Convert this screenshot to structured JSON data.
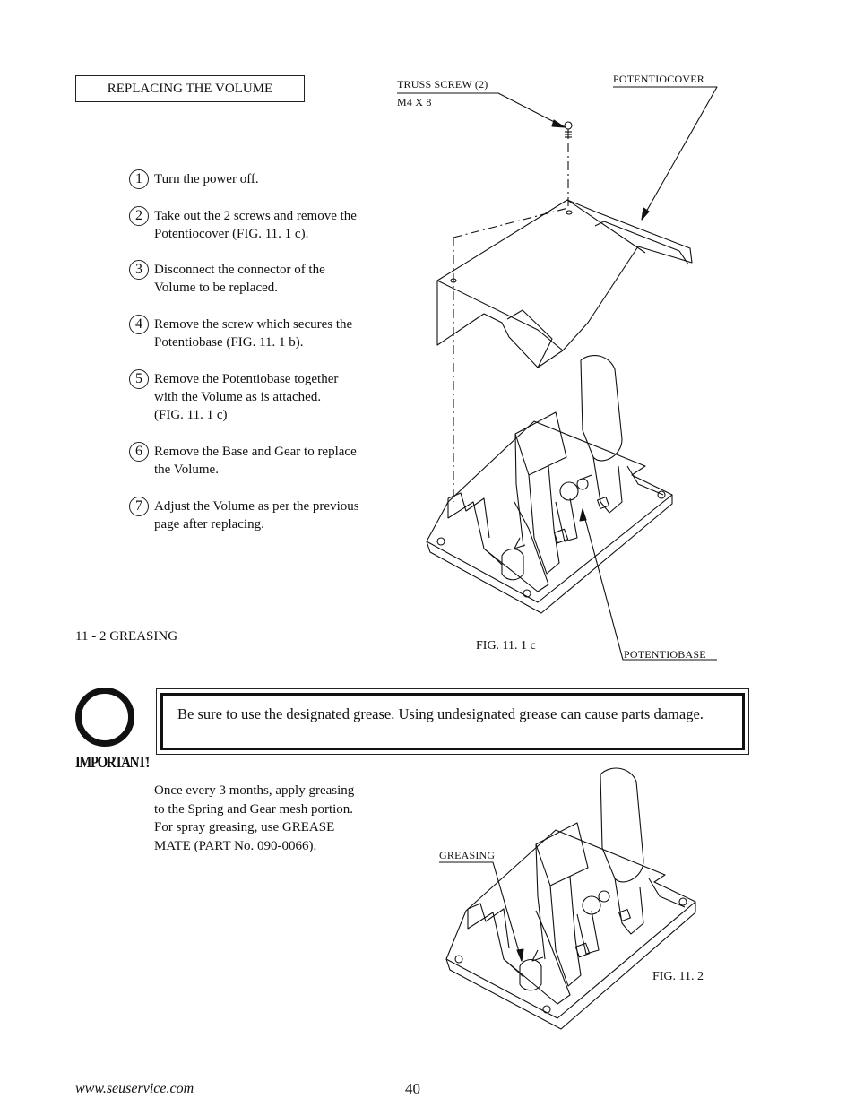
{
  "section": {
    "title": "REPLACING THE VOLUME"
  },
  "steps": [
    {
      "num": "1",
      "lines": [
        "Turn the power off."
      ]
    },
    {
      "num": "2",
      "lines": [
        "Take out the 2 screws and remove the",
        "Potentiocover (FIG. 11. 1 c)."
      ]
    },
    {
      "num": "3",
      "lines": [
        "Disconnect the connector of the",
        "Volume to be replaced."
      ]
    },
    {
      "num": "4",
      "lines": [
        "Remove the screw which secures the",
        "Potentiobase (FIG. 11. 1 b)."
      ]
    },
    {
      "num": "5",
      "lines": [
        "Remove the Potentiobase together",
        "with the Volume as is attached.",
        "(FIG. 11. 1 c)"
      ]
    },
    {
      "num": "6",
      "lines": [
        "Remove the Base and Gear to replace",
        "the Volume."
      ]
    },
    {
      "num": "7",
      "lines": [
        "Adjust the Volume as per the previous",
        "page after replacing."
      ]
    }
  ],
  "figure1": {
    "label_truss_screw": "TRUSS SCREW (2)",
    "label_truss_size": "M4 X 8",
    "label_potentiocover": "POTENTIOCOVER",
    "label_potentiobase": "POTENTIOBASE",
    "caption": "FIG. 11. 1 c"
  },
  "greasing": {
    "title": "11 - 2  GREASING",
    "important_label": "IMPORTANT!",
    "warning": "Be sure to use the designated grease.  Using undesignated grease can cause parts damage.",
    "instructions": [
      "Once every 3 months, apply greasing",
      "to the Spring and Gear mesh portion.",
      "For spray greasing, use GREASE",
      "MATE (PART No. 090-0066)."
    ]
  },
  "figure2": {
    "label_greasing": "GREASING",
    "caption": "FIG. 11. 2"
  },
  "footer": {
    "url": "www.seuservice.com",
    "page": "40"
  }
}
